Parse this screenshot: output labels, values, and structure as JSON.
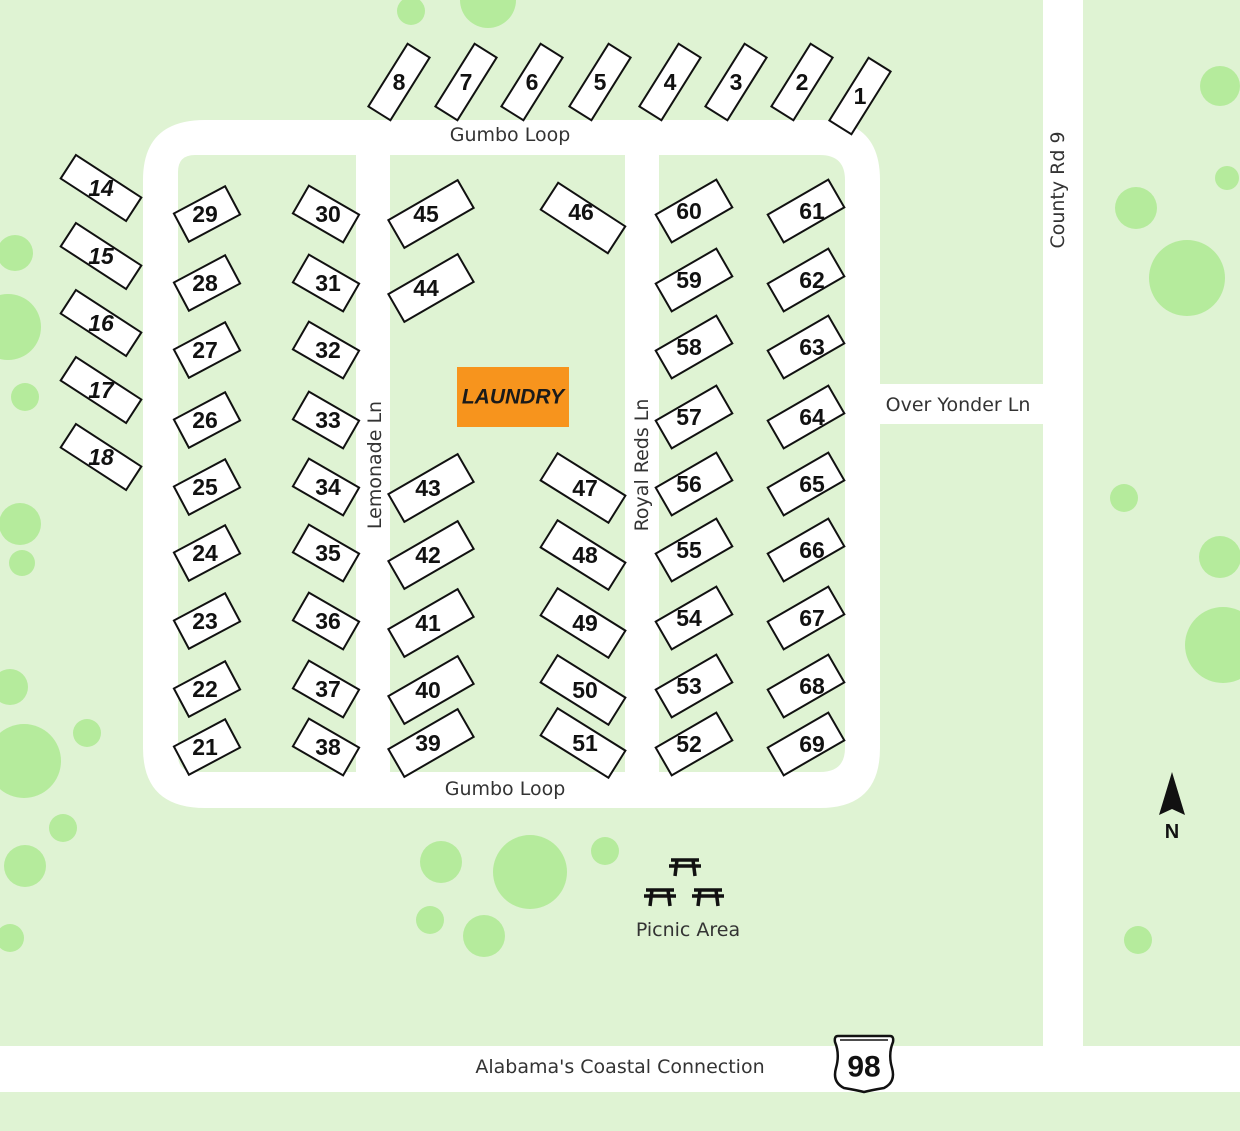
{
  "roads": {
    "gumbo_loop_top": "Gumbo Loop",
    "gumbo_loop_bottom": "Gumbo Loop",
    "lemonade_ln": "Lemonade Ln",
    "royal_reds_ln": "Royal Reds Ln",
    "over_yonder_ln": "Over Yonder Ln",
    "county_rd_9": "County Rd 9",
    "coastal_connection": "Alabama's Coastal Connection"
  },
  "route_shield": {
    "number": "98"
  },
  "laundry": {
    "label": "LAUNDRY",
    "color": "#f7941d"
  },
  "picnic_area": {
    "label": "Picnic Area",
    "table_count": 3
  },
  "compass": {
    "label": "N"
  },
  "colors": {
    "background": "#dff3d3",
    "tree": "#b5eb9c",
    "road": "#ffffff",
    "site_fill": "#ffffff",
    "site_stroke": "#111111"
  },
  "sites": {
    "top_row": [
      "8",
      "7",
      "6",
      "5",
      "4",
      "3",
      "2",
      "1"
    ],
    "west_row": [
      "14",
      "15",
      "16",
      "17",
      "18"
    ],
    "col1_left": [
      "29",
      "28",
      "27",
      "26",
      "25",
      "24",
      "23",
      "22",
      "21"
    ],
    "col1_right": [
      "30",
      "31",
      "32",
      "33",
      "34",
      "35",
      "36",
      "37",
      "38"
    ],
    "col2_left_top": [
      "45",
      "44"
    ],
    "col2_right_top": [
      "46"
    ],
    "col2_left_bottom": [
      "43",
      "42",
      "41",
      "40",
      "39"
    ],
    "col2_right_bottom": [
      "47",
      "48",
      "49",
      "50",
      "51"
    ],
    "col3_left": [
      "60",
      "59",
      "58",
      "57",
      "56",
      "55",
      "54",
      "53",
      "52"
    ],
    "col3_right": [
      "61",
      "62",
      "63",
      "64",
      "65",
      "66",
      "67",
      "68",
      "69"
    ]
  }
}
